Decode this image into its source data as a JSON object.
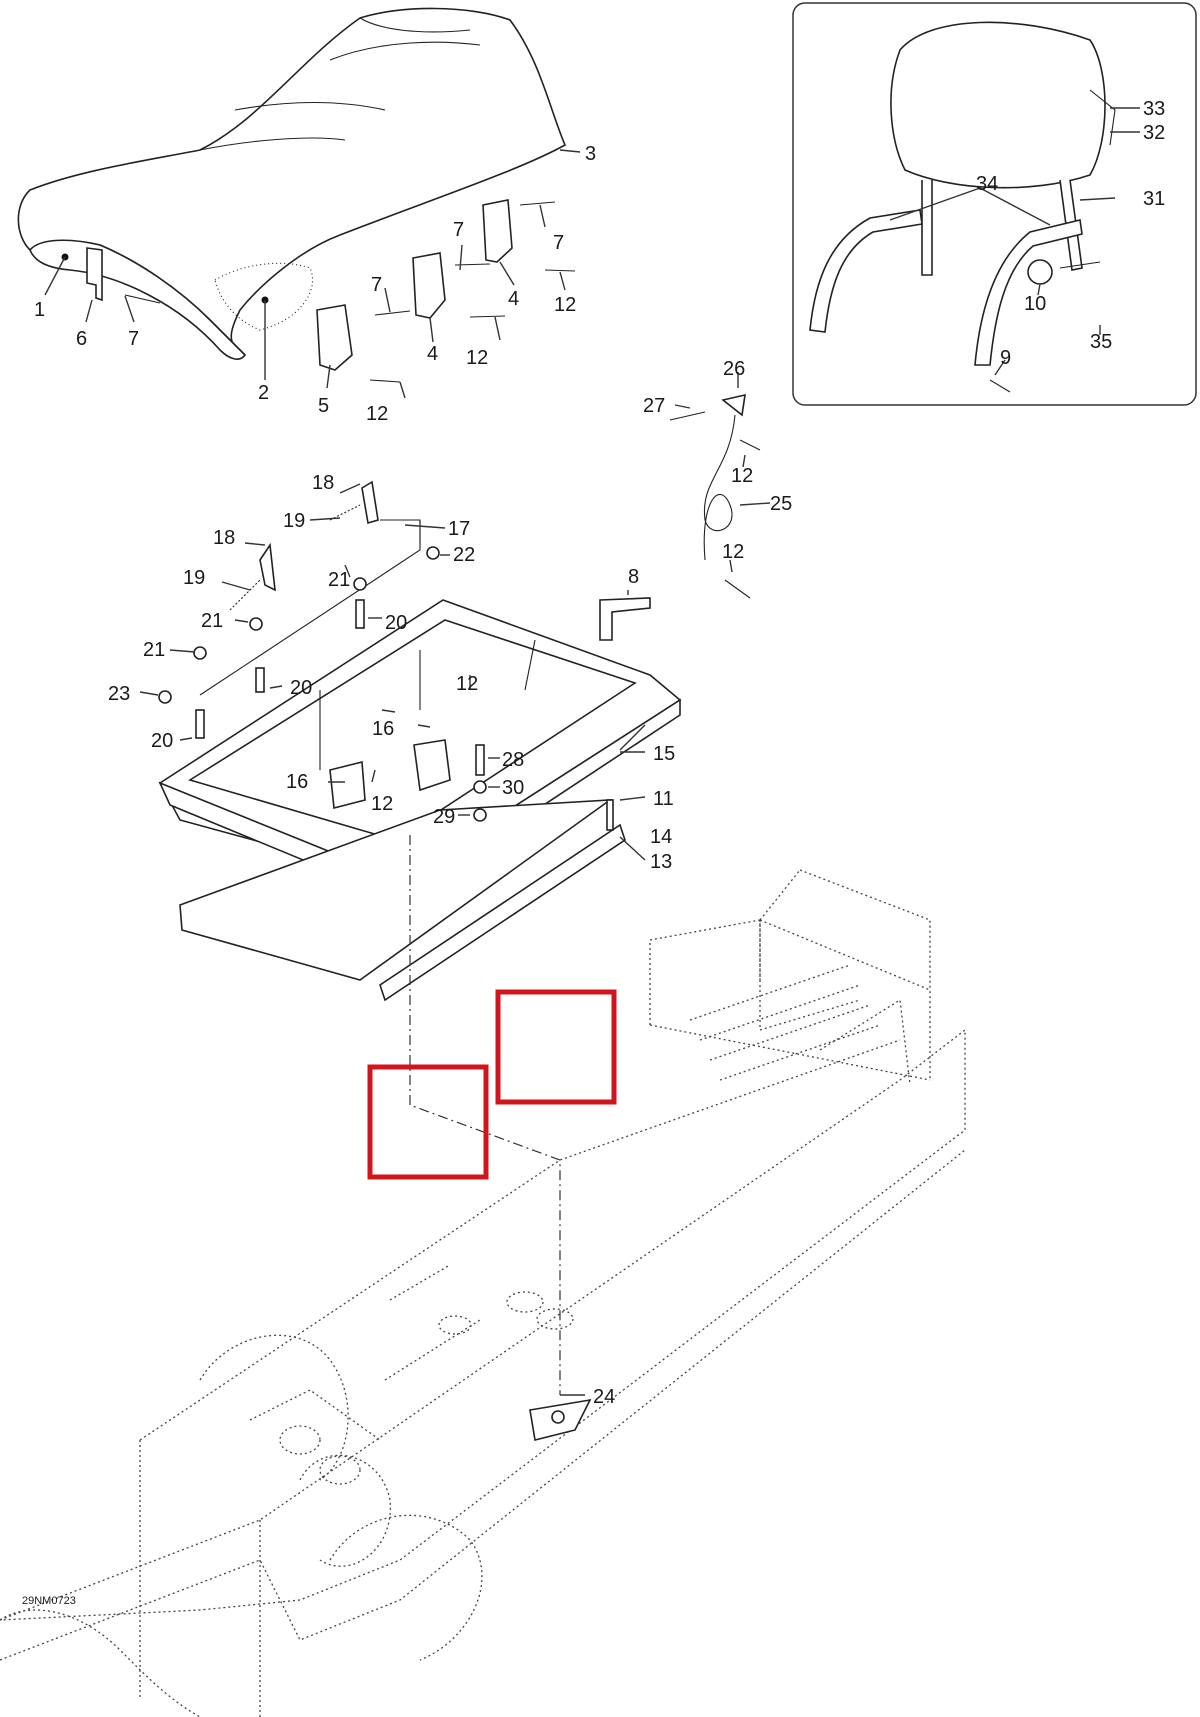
{
  "drawing_code": "29NM0723",
  "callouts": [
    "1",
    "2",
    "3",
    "4",
    "4",
    "5",
    "6",
    "7",
    "7",
    "7",
    "7",
    "8",
    "9",
    "10",
    "11",
    "12",
    "12",
    "12",
    "12",
    "12",
    "12",
    "12",
    "12",
    "13",
    "14",
    "15",
    "16",
    "16",
    "17",
    "18",
    "18",
    "19",
    "19",
    "20",
    "20",
    "20",
    "20",
    "21",
    "21",
    "21",
    "22",
    "23",
    "24",
    "25",
    "26",
    "27",
    "28",
    "29",
    "30",
    "31",
    "32",
    "33",
    "34",
    "35"
  ],
  "highlight_color": "#d0151c",
  "line_color": "#222222"
}
